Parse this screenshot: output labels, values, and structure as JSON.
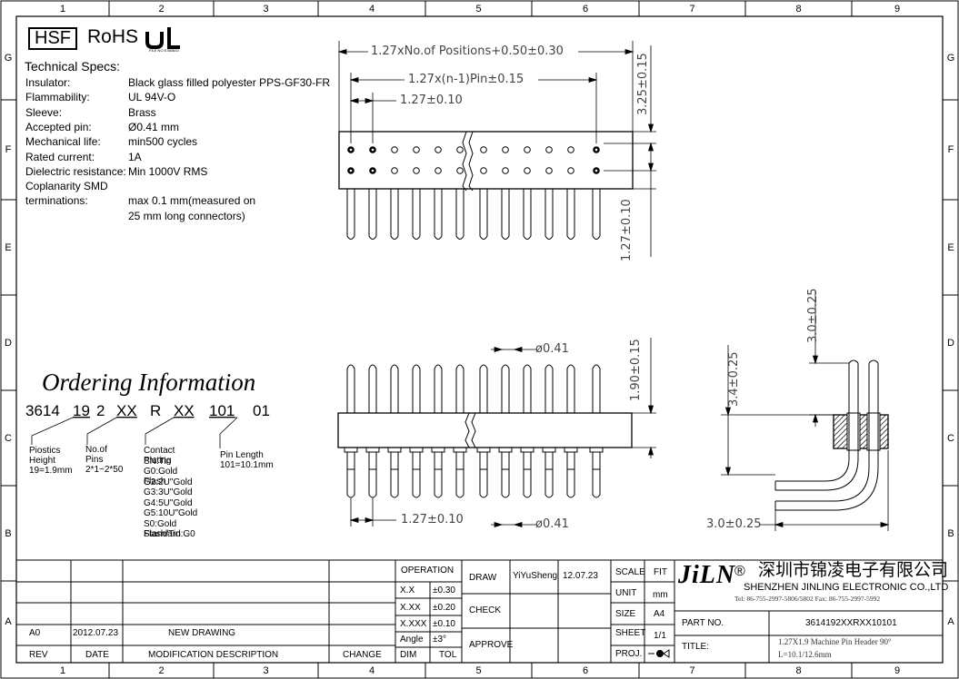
{
  "border": {
    "cols": [
      "1",
      "2",
      "3",
      "4",
      "5",
      "6",
      "7",
      "8",
      "9"
    ],
    "rows": [
      "G",
      "F",
      "E",
      "D",
      "C",
      "B",
      "A"
    ]
  },
  "header": {
    "hsf": "HSF",
    "rohs": "RoHS",
    "ul_file": "FILE NO E360810"
  },
  "specs": {
    "title": "Technical Specs:",
    "rows": [
      {
        "label": "Insulator:",
        "value": "Black glass filled polyester PPS-GF30-FR"
      },
      {
        "label": "Flammability:",
        "value": "UL 94V-O"
      },
      {
        "label": "Sleeve:",
        "value": "Brass"
      },
      {
        "label": "Accepted pin:",
        "value": "Ø0.41 mm"
      },
      {
        "label": "Mechanical life:",
        "value": "min500 cycles"
      },
      {
        "label": "Rated current:",
        "value": "1A"
      },
      {
        "label": "Dielectric resistance:",
        "value": "Min 1000V RMS"
      },
      {
        "label": "Coplanarity SMD",
        "value": ""
      },
      {
        "label": "terminations:",
        "value": "max 0.1 mm(measured on"
      },
      {
        "label": "",
        "value": "25 mm long connectors)"
      }
    ]
  },
  "ordering": {
    "title": "Ordering Information",
    "code": [
      "3614",
      "19",
      "2",
      "XX",
      "R",
      "XX",
      "101",
      "01"
    ],
    "notes": {
      "height": "Piostics Height 19=1.9mm",
      "pins": "No.of Pins 2*1~2*50",
      "plating": [
        "Contact Plating",
        "SN:Tin",
        "G0:Gold Flash",
        "G2:2U\"Gold",
        "G3:3U\"Gold",
        "G4:5U\"Gold",
        "G5:10U\"Gold",
        "S0:Gold Flash/Tin",
        "Standard:G0"
      ],
      "pin_length": "Pin Length 101=10.1mm"
    }
  },
  "dims": {
    "overall": "1.27xNo.of Positions+0.50±0.30",
    "pitch_span": "1.27x(n-1)Pin±0.15",
    "pitch_top": "1.27±0.10",
    "height_325": "3.25±0.15",
    "row_127": "1.27±0.10",
    "pin_dia_top": "ø0.41",
    "height_190": "1.90±0.15",
    "pitch_bottom": "1.27±0.10",
    "pin_dia_bottom": "ø0.41",
    "side_30": "3.0±0.25",
    "side_34": "3.4±0.25",
    "side_horiz": "3.0±0.25"
  },
  "title_block": {
    "operation": "OPERATION",
    "tolerances": [
      {
        "k": "X.X",
        "v": "±0.30"
      },
      {
        "k": "X.XX",
        "v": "±0.20"
      },
      {
        "k": "X.XXX",
        "v": "±0.10"
      },
      {
        "k": "Angle",
        "v": "±3°"
      }
    ],
    "dim_label": "DIM",
    "tol_label": "TOL",
    "draw": "DRAW",
    "drawer": "YiYuSheng",
    "date": "12.07.23",
    "check": "CHECK",
    "approve": "APPROVE",
    "scale": "SCALE",
    "scale_v": "FIT",
    "unit": "UNIT",
    "unit_v": "mm",
    "size": "SIZE",
    "size_v": "A4",
    "sheet": "SHEET",
    "sheet_v": "1/1",
    "proj": "PROJ.",
    "rev_row": {
      "rev": "A0",
      "date": "2012.07.23",
      "desc": "NEW DRAWING"
    },
    "rev_head": {
      "rev": "REV",
      "date": "DATE",
      "desc": "MODIFICATION  DESCRIPTION",
      "change": "CHANGE"
    },
    "company_cn": "深圳市锦凌电子有限公司",
    "company_en": "SHENZHEN JINLING ELECTRONIC CO.,LTD",
    "contact": "Tel: 86-755-2997-5806/5802    Fax: 86-755-2997-5992",
    "logo": "JiLN",
    "reg": "®",
    "part_label": "PART NO.",
    "part_no": "3614192XXRXX10101",
    "title_label": "TITLE:",
    "title_1": "1.27X1.9 Machine Pin Header 90°",
    "title_2": "L=10.1/12.6mm"
  },
  "colors": {
    "line": "#000000",
    "dim": "#444444"
  }
}
